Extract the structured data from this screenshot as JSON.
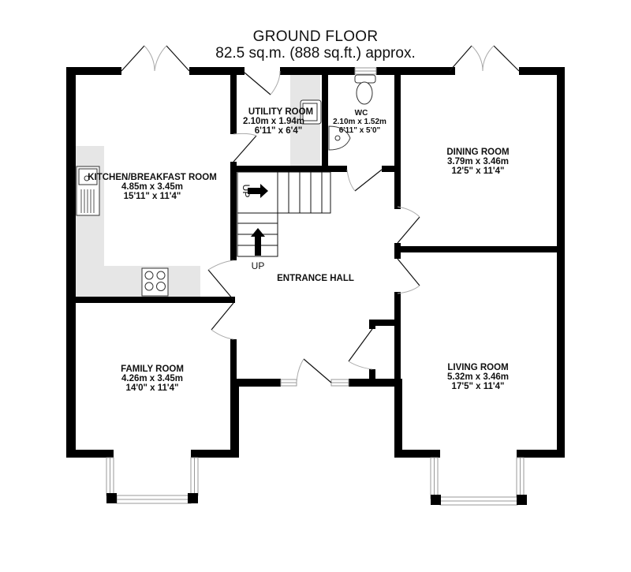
{
  "header": {
    "title": "GROUND FLOOR",
    "area": "82.5 sq.m. (888 sq.ft.) approx."
  },
  "rooms": {
    "kitchen": {
      "name": "KITCHEN/BREAKFAST ROOM",
      "metric": "4.85m  x 3.45m",
      "imperial": "15'11\"  x 11'4\""
    },
    "utility": {
      "name": "UTILITY ROOM",
      "metric": "2.10m  x 1.94m",
      "imperial": "6'11\"  x 6'4\""
    },
    "wc": {
      "name": "WC",
      "metric": "2.10m  x 1.52m",
      "imperial": "6'11\"  x 5'0\""
    },
    "dining": {
      "name": "DINING ROOM",
      "metric": "3.79m  x 3.46m",
      "imperial": "12'5\"  x 11'4\""
    },
    "entrance": {
      "name": "ENTRANCE HALL"
    },
    "family": {
      "name": "FAMILY ROOM",
      "metric": "4.26m  x 3.45m",
      "imperial": "14'0\"  x 11'4\""
    },
    "living": {
      "name": "LIVING ROOM",
      "metric": "5.32m  x 3.46m",
      "imperial": "17'5\"  x 11'4\""
    }
  },
  "stairs": {
    "up_label_lower": "UP",
    "up_label_upper": "UP"
  },
  "colors": {
    "wall": "#000000",
    "counter": "#e6e6e6",
    "door_arc": "#aaaaaa",
    "window_frame": "#999999"
  }
}
